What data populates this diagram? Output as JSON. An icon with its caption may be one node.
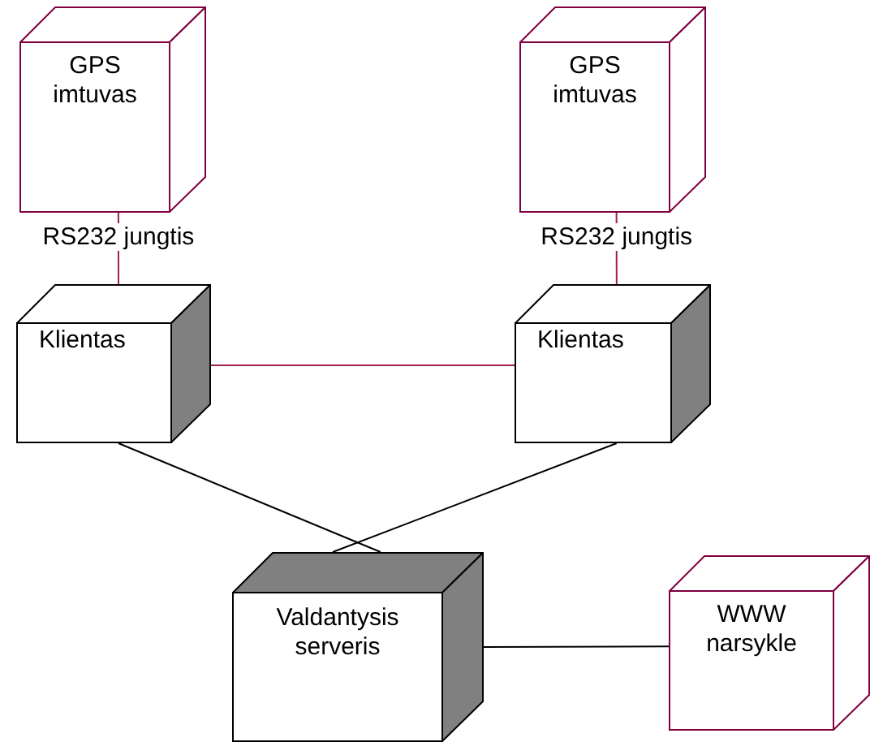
{
  "diagram": {
    "nodes": [
      {
        "text": [
          "GPS imtuvas"
        ]
      },
      {
        "text": [
          "GPS imtuvas"
        ]
      },
      {
        "text": [
          "Klientas"
        ]
      },
      {
        "text": [
          "Klientas"
        ]
      },
      {
        "text": [
          "Valdantysis serveris"
        ]
      },
      {
        "text": [
          "WWW narsykle"
        ]
      }
    ],
    "edges": [
      {
        "from": 0,
        "to": 2,
        "arrow": "none",
        "label": "RS232 jungtis",
        "color": "#a0204f"
      },
      {
        "from": 1,
        "to": 3,
        "arrow": "none",
        "label": "RS232 jungtis",
        "color": "#a0204f"
      },
      {
        "from": 2,
        "to": 3,
        "arrow": "none",
        "color": "#a0204f"
      },
      {
        "from": 2,
        "to": 4,
        "arrow": "none",
        "color": "#000000"
      },
      {
        "from": 3,
        "to": 4,
        "arrow": "none",
        "color": "#000000"
      },
      {
        "from": 4,
        "to": 5,
        "arrow": "none",
        "color": "#000000"
      }
    ]
  }
}
